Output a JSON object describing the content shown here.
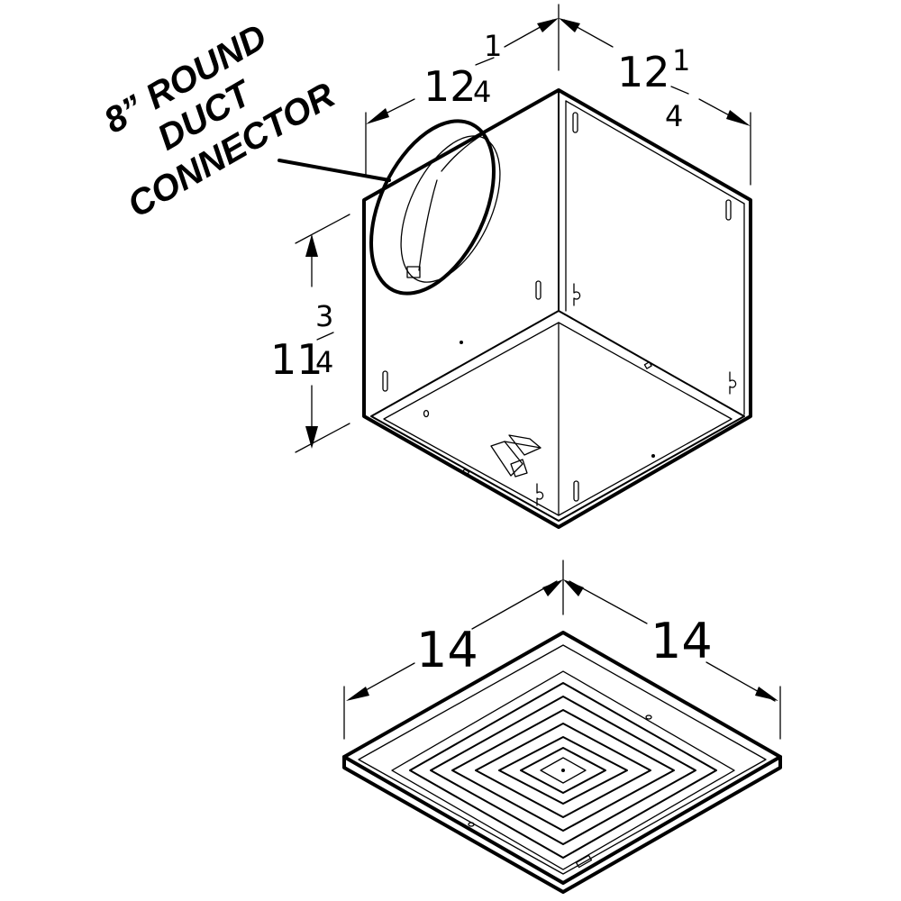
{
  "figure": {
    "type": "isometric dimensioned product drawing",
    "colors": {
      "line": "#000000",
      "background": "#ffffff"
    }
  },
  "callout": {
    "line1": "8” ROUND",
    "line2": "DUCT",
    "line3": "CONNECTOR"
  },
  "housing": {
    "dimensions": {
      "width_left": {
        "whole": "12",
        "num": "1",
        "den": "4"
      },
      "width_right": {
        "whole": "12",
        "num": "1",
        "den": "4"
      },
      "height": {
        "whole": "11",
        "num": "3",
        "den": "4"
      }
    }
  },
  "grille": {
    "dimensions": {
      "width_left": {
        "whole": "14"
      },
      "width_right": {
        "whole": "14"
      }
    }
  }
}
